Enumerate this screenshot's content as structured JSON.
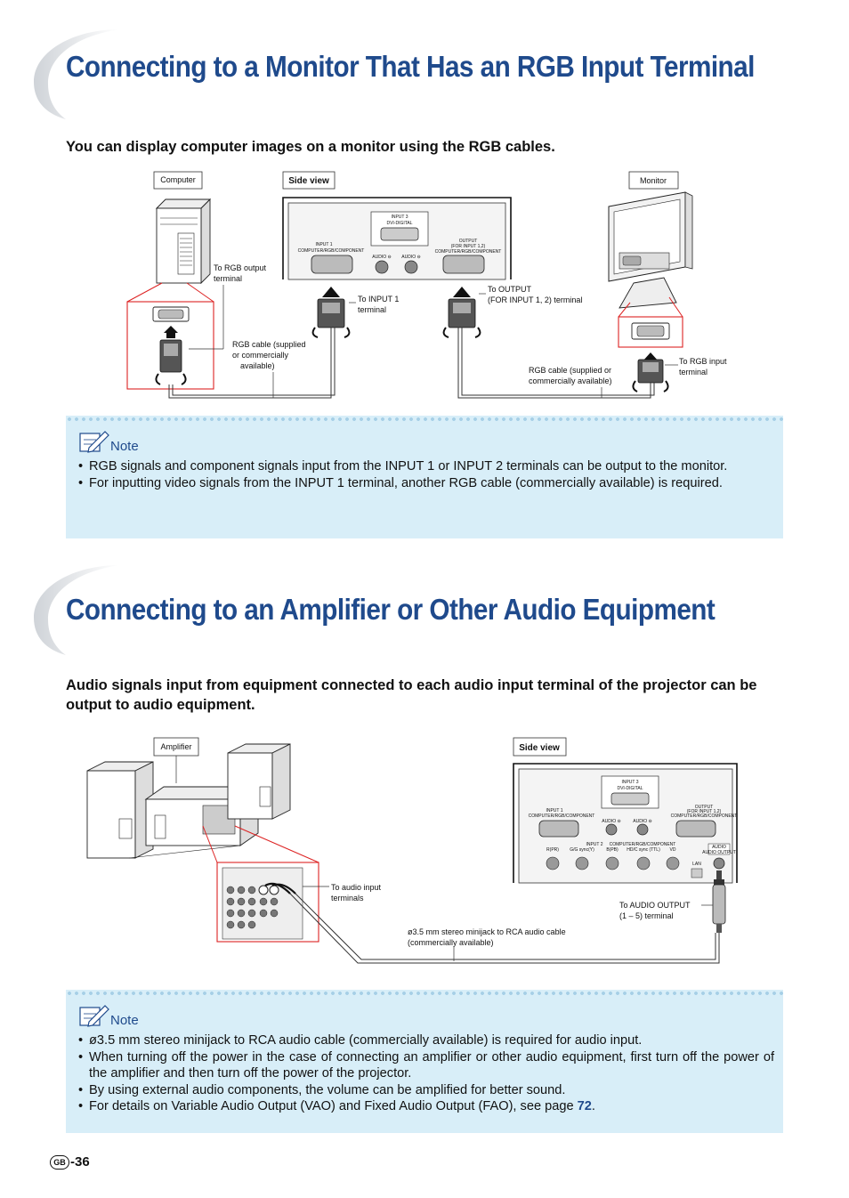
{
  "section1": {
    "title": "Connecting to a Monitor That Has an RGB Input Terminal",
    "lead": "You can display computer images on a monitor using the RGB cables.",
    "diagram": {
      "computer": "Computer",
      "side_view": "Side view",
      "monitor": "Monitor",
      "to_rgb_output": [
        "To RGB output",
        "terminal"
      ],
      "to_input1": [
        "To INPUT 1",
        "terminal"
      ],
      "to_output": [
        "To OUTPUT",
        "(FOR INPUT 1, 2) terminal"
      ],
      "rgb_cable_left": [
        "RGB cable (supplied",
        "or commercially",
        "available)"
      ],
      "rgb_cable_right": [
        "RGB cable (supplied or",
        "commercially available)"
      ],
      "to_rgb_input": [
        "To RGB input",
        "terminal"
      ],
      "panel": {
        "input3": "INPUT 3",
        "dvi": "DVI-DIGITAL",
        "input1": "INPUT 1",
        "input1_sub": "COMPUTER/RGB/COMPONENT",
        "output": "OUTPUT",
        "output_for": "(FOR INPUT 1,2)",
        "output_sub": "COMPUTER/RGB/COMPONENT",
        "audio_a": "AUDIO ⊖",
        "audio_b": "AUDIO ⊖"
      }
    }
  },
  "note1": {
    "heading": "Note",
    "items": [
      "RGB signals and component signals input from the INPUT 1 or INPUT 2 terminals can be output to the monitor.",
      "For inputting video signals from the INPUT 1 terminal, another RGB cable (commercially available) is required."
    ]
  },
  "section2": {
    "title": "Connecting to an Amplifier or Other Audio Equipment",
    "lead": "Audio signals input from equipment connected to each audio input terminal of the projector can be output to audio equipment.",
    "diagram": {
      "amplifier": "Amplifier",
      "side_view": "Side view",
      "to_audio_input": [
        "To audio input",
        "terminals"
      ],
      "to_audio_output": [
        "To AUDIO OUTPUT",
        "(1 – 5) terminal"
      ],
      "cable": [
        "ø3.5 mm stereo minijack to RCA audio cable",
        "(commercially available)"
      ],
      "panel": {
        "input3": "INPUT 3",
        "dvi": "DVI-DIGITAL",
        "input1": "INPUT 1",
        "input1_sub": "COMPUTER/RGB/COMPONENT",
        "output": "OUTPUT",
        "output_for": "(FOR INPUT 1,2)",
        "output_sub": "COMPUTER/RGB/COMPONENT",
        "audio_a": "AUDIO ⊖",
        "audio_b": "AUDIO ⊖",
        "input2": "INPUT 2",
        "input2_sub": "COMPUTER/RGB/COMPONENT",
        "r": "R(PR)",
        "g": "G/G sync(Y)",
        "b": "B(PB)",
        "hd": "HD/C sync (TTL)",
        "vd": "VD",
        "lan": "LAN",
        "audio_out": "AUDIO OUTPUT"
      }
    }
  },
  "note2": {
    "heading": "Note",
    "items": [
      "ø3.5 mm stereo minijack to RCA audio cable (commercially available) is required for audio input.",
      "When turning off the power in the case of connecting an amplifier or other audio equipment, first turn off the power of the amplifier and then turn off the power of the projector.",
      "By using external audio components, the volume can be amplified for better sound."
    ],
    "last_item_prefix": "For details on Variable Audio Output (VAO) and Fixed Audio Output (FAO), see page ",
    "last_item_page": "72",
    "last_item_suffix": "."
  },
  "footer": {
    "region": "GB",
    "page": "-36"
  }
}
